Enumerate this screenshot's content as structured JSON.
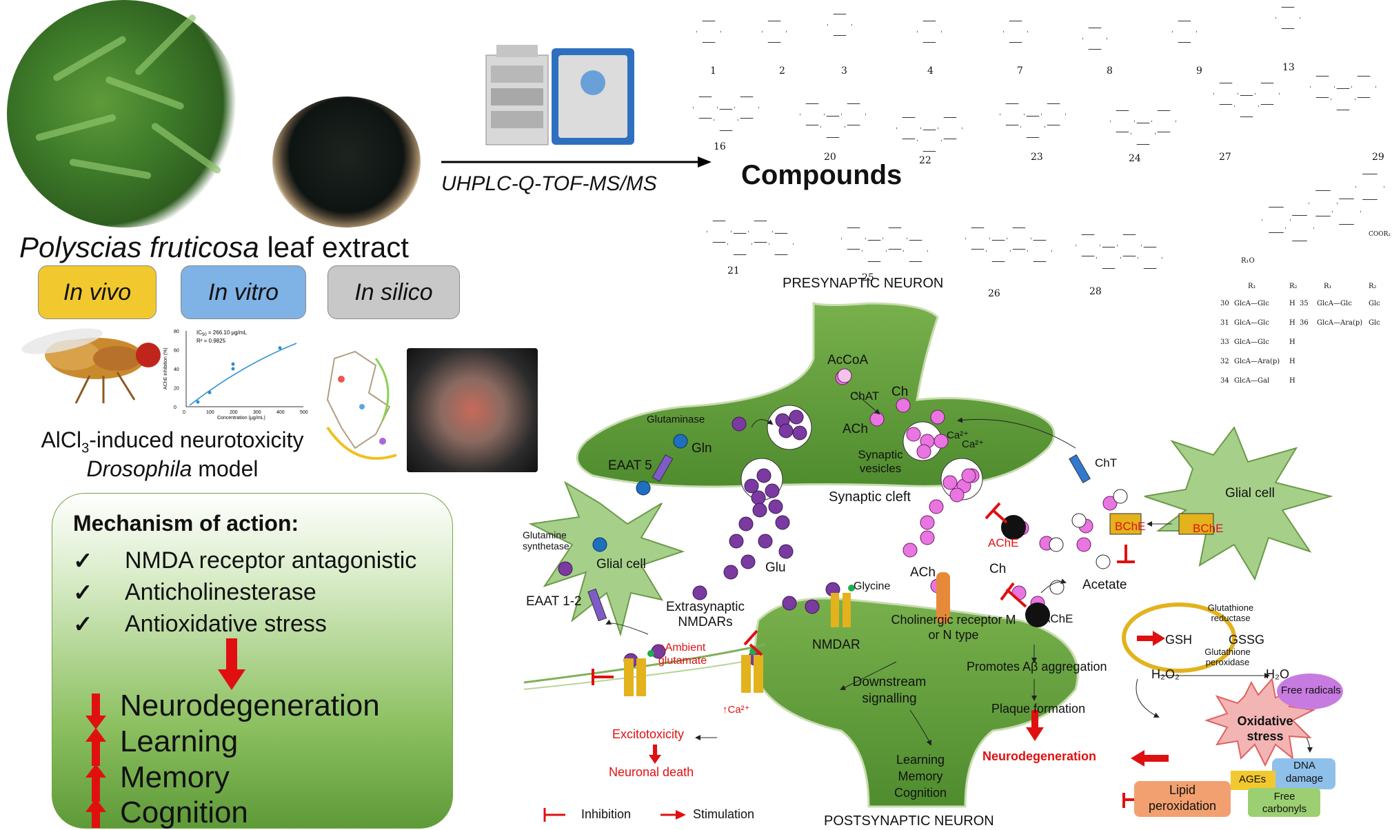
{
  "extract_title": {
    "italic": "Polyscias fruticosa",
    "rest": " leaf extract"
  },
  "methods": [
    "In vivo",
    "In vitro",
    "In silico"
  ],
  "method_colors": [
    "#f2c82f",
    "#7fb2e5",
    "#c8c8c8"
  ],
  "model": {
    "line1": "AlCl",
    "sub": "3",
    "line1_rest": "-induced neurotoxicity",
    "line2_italic": "Drosophila",
    "line2_rest": " model"
  },
  "inhibition_chart": {
    "ic50": "IC",
    "ic50_sub": "50",
    "ic50_rest": " = 266.10 μg/mL",
    "r2": "R² = 0.9825",
    "ylabel": "AChE inhibition (%)",
    "xlabel": "Concentration (μg/mL)",
    "yticks": [
      "80",
      "60",
      "40",
      "20",
      "0"
    ],
    "xticks": [
      "0",
      "100",
      "200",
      "300",
      "400",
      "500"
    ],
    "points": [
      [
        50,
        5
      ],
      [
        100,
        15
      ],
      [
        200,
        40
      ],
      [
        200,
        45
      ],
      [
        400,
        62
      ]
    ]
  },
  "analysis": {
    "method": "UHPLC-Q-TOF-MS/MS",
    "compounds": "Compounds"
  },
  "compound_numbers": [
    "1",
    "2",
    "3",
    "4",
    "7",
    "8",
    "9",
    "13",
    "16",
    "20",
    "22",
    "23",
    "24",
    "27",
    "29",
    "21",
    "25",
    "26",
    "28"
  ],
  "saponin_table": {
    "headers": [
      "R₁",
      "R₂",
      "R₁",
      "R₂"
    ],
    "rows": [
      {
        "n": "30",
        "r1": "GlcA—Glc",
        "r2": "H"
      },
      {
        "n": "31",
        "r1": "GlcA—Glc",
        "r2": "H"
      },
      {
        "n": "33",
        "r1": "GlcA—Glc",
        "r2": "H"
      },
      {
        "n": "32",
        "r1": "GlcA—Ara(p)",
        "r2": "H"
      },
      {
        "n": "34",
        "r1": "GlcA—Gal",
        "r2": "H"
      }
    ],
    "rows_right": [
      {
        "n": "35",
        "r1": "GlcA—Glc",
        "r2": "Glc"
      },
      {
        "n": "36",
        "r1": "GlcA—Ara(p)",
        "r2": "Glc"
      }
    ],
    "ester_label": "COOR₂",
    "r_label": "R₁O"
  },
  "mechanism": {
    "title": "Mechanism of action:",
    "items": [
      "NMDA receptor antagonistic",
      "Anticholinesterase",
      "Antioxidative stress"
    ],
    "check": "✓",
    "effects": [
      "Neurodegeneration",
      "Learning",
      "Memory",
      "Cognition"
    ]
  },
  "synapse": {
    "presynaptic": "PRESYNAPTIC NEURON",
    "postsynaptic": "POSTSYNAPTIC NEURON",
    "cleft": "Synaptic cleft",
    "vesicles": "Synaptic vesicles",
    "acc": "AcCoA",
    "chat": "ChAT",
    "ch": "Ch",
    "ach": "ACh",
    "ca": "Ca²⁺",
    "glutaminase": "Glutaminase",
    "gln": "Gln",
    "eaat5": "EAAT 5",
    "eaat12": "EAAT 1-2",
    "gs": "Glutamine synthetase",
    "glial_left": "Glial cell",
    "glial_right": "Glial cell",
    "glu": "Glu",
    "glycine": "Glycine",
    "nmdar": "NMDAR",
    "extra": "Extrasynaptic NMDARs",
    "ambient": "↑Ambient glutamate",
    "ca_in": "↑Ca²⁺",
    "excito": "Excitotoxicity",
    "death": "Neuronal death",
    "cht": "ChT",
    "bche": "BChE",
    "ache": "AChE",
    "acetate": "Acetate",
    "receptor": "Cholinergic receptor M or N type",
    "downstream": "Downstream signalling",
    "learn": "Learning Memory Cognition",
    "abeta": "Promotes Aβ aggregation",
    "plaque": "Plaque formation",
    "neurodeg": "Neurodegeneration"
  },
  "oxidative": {
    "gsh": "GSH",
    "gssg": "GSSG",
    "gr": "Glutathione reductase",
    "gpx": "Glutathione peroxidase",
    "h2o2": "H₂O₂",
    "h2o": "H₂O",
    "free_radicals": "Free radicals",
    "stress": "Oxidative stress",
    "dna": "DNA damage",
    "ages": "AGEs",
    "lipid": "Lipid peroxidation",
    "carbonyls": "Free carbonyls"
  },
  "legend": {
    "inhibition": "Inhibition",
    "stimulation": "Stimulation"
  },
  "colors": {
    "accent_red": "#e01010",
    "neuron_green": "#5e9a38",
    "glu_purple": "#7a3aa0",
    "ach_pink": "#e875e0",
    "gln_blue": "#1f6fbf",
    "receptor_gold": "#e3b21c"
  }
}
